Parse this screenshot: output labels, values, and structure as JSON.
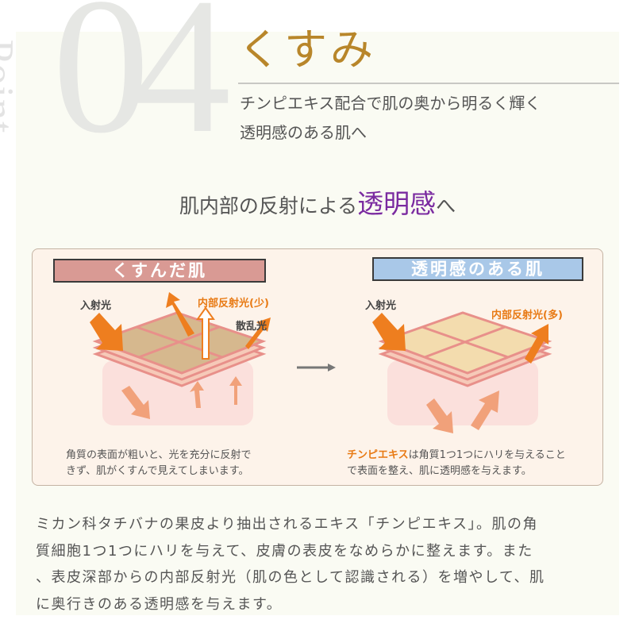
{
  "header": {
    "point_label": "Point",
    "number": "04",
    "title": "くすみ",
    "subtitle_line1": "チンピエキス配合で肌の奥から明るく輝く",
    "subtitle_line2": "透明感のある肌へ"
  },
  "headline": {
    "prefix": "肌内部の反射による",
    "emphasis": "透明感",
    "suffix": "へ"
  },
  "diagram": {
    "left": {
      "label": "くすんだ肌",
      "incident": "入射光",
      "internal": "内部反射光(少)",
      "scatter": "散乱光",
      "caption_line1": "角質の表面が粗いと、光を充分に反射で",
      "caption_line2": "きず、肌がくすんで見えてしまいます。"
    },
    "right": {
      "label": "透明感のある肌",
      "incident": "入射光",
      "internal": "内部反射光(多)",
      "caption_highlight": "チンピエキス",
      "caption_line1_rest": "は角質1つ1つにハリを与えること",
      "caption_line2": "で表面を整え、肌に透明感を与えます。"
    },
    "colors": {
      "left_label_bg": "#d99a94",
      "right_label_bg": "#a9c8e8",
      "arrow": "#ee7e1f",
      "accent_text": "#e87a14"
    }
  },
  "body": {
    "line1": "ミカン科タチバナの果皮より抽出されるエキス「チンピエキス」。肌の角",
    "line2": "質細胞1つ1つにハリを与えて、皮膚の表皮をなめらかに整えます。また",
    "line3": "、表皮深部からの内部反射光（肌の色として認識される）を増やして、肌",
    "line4": "に奥行きのある透明感を与えます。"
  }
}
